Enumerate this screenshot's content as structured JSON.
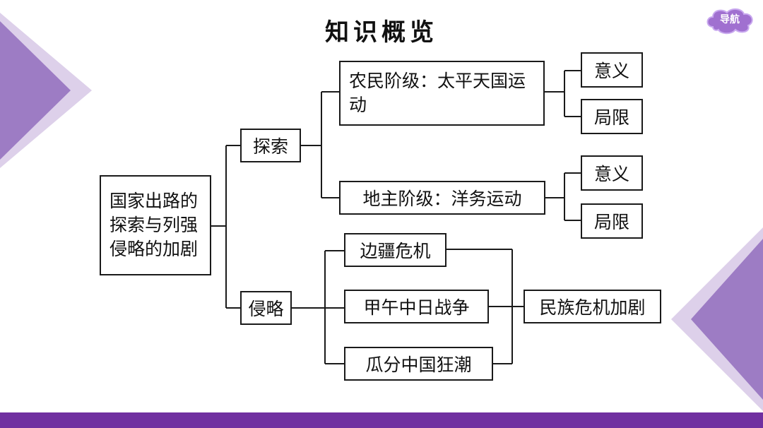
{
  "page": {
    "title": "知识概览",
    "nav_button": "导航"
  },
  "diagram": {
    "root": "国家出路的探索与列强侵略的加剧",
    "explore": "探索",
    "invade": "侵略",
    "peasant": "农民阶级：太平天国运动",
    "landlord": "地主阶级：洋务运动",
    "sig1": "意义",
    "lim1": "局限",
    "sig2": "意义",
    "lim2": "局限",
    "frontier": "边疆危机",
    "jiawu": "甲午中日战争",
    "partition": "瓜分中国狂潮",
    "crisis": "民族危机加剧"
  },
  "colors": {
    "accent": "#7030a0",
    "deco_light": "#d6c6e6",
    "deco_mid": "#a98bc9",
    "nav_cloud": "#a070d0"
  }
}
